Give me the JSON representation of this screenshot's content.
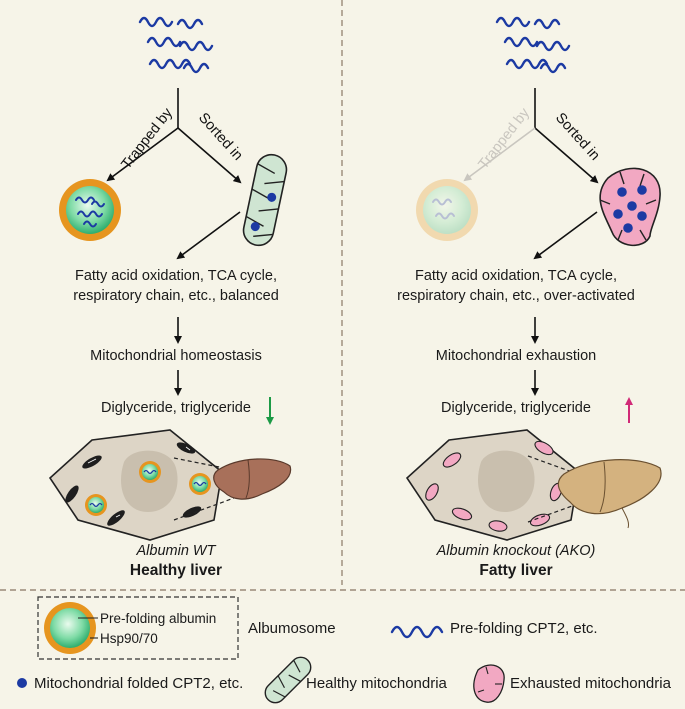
{
  "colors": {
    "background": "#f6f4e8",
    "divider": "#9a8a78",
    "cpt2_squiggle": "#1c3aa3",
    "albumosome_ring": "#e6951f",
    "albumosome_core": "#3fbf83",
    "healthy_mito": "#cfe5d2",
    "exhausted_mito": "#f2a8c2",
    "cell_fill": "#ddd5c6",
    "nucleus_fill": "#c9bfae",
    "healthy_liver": "#a8705a",
    "fatty_liver": "#d4b27f",
    "decrease_arrow": "#1c9a46",
    "increase_arrow": "#d12a77"
  },
  "wt": {
    "trapped_label": "Trapped by",
    "sorted_label": "Sorted in",
    "line1": "Fatty acid oxidation, TCA cycle,",
    "line2": "respiratory chain, etc., balanced",
    "state": "Mitochondrial homeostasis",
    "lipids": "Diglyceride, triglyceride",
    "lipid_trend": "decrease",
    "genotype": "Albumin WT",
    "phenotype": "Healthy liver"
  },
  "ako": {
    "trapped_label": "Trapped by",
    "sorted_label": "Sorted in",
    "line1": "Fatty acid oxidation, TCA cycle,",
    "line2": "respiratory chain, etc., over-activated",
    "state": "Mitochondrial exhaustion",
    "lipids": "Diglyceride, triglyceride",
    "lipid_trend": "increase",
    "genotype": "Albumin knockout (AKO)",
    "phenotype": "Fatty liver"
  },
  "legend": {
    "prefolding_albumin": "Pre-folding albumin",
    "hsp": "Hsp90/70",
    "albumosome": "Albumosome",
    "prefolding_cpt2": "Pre-folding CPT2, etc.",
    "folded_cpt2": "Mitochondrial folded CPT2, etc.",
    "healthy_mito": "Healthy mitochondria",
    "exhausted_mito": "Exhausted mitochondria"
  }
}
